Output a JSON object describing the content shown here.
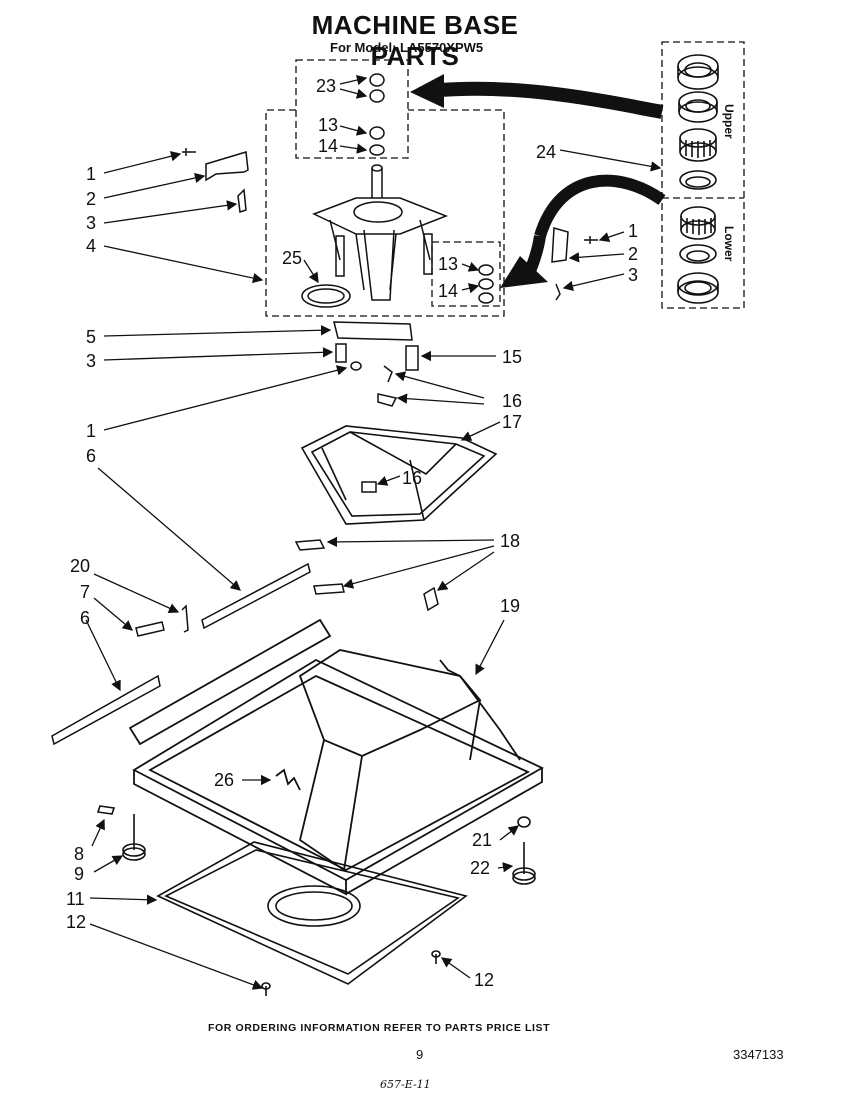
{
  "header": {
    "title": "MACHINE BASE PARTS",
    "subtitle": "For Model: LA5570XPW5"
  },
  "inset": {
    "upper_label": "Upper",
    "lower_label": "Lower"
  },
  "callouts": [
    {
      "id": "23",
      "text": "23"
    },
    {
      "id": "13a",
      "text": "13"
    },
    {
      "id": "14a",
      "text": "14"
    },
    {
      "id": "1a",
      "text": "1"
    },
    {
      "id": "2a",
      "text": "2"
    },
    {
      "id": "3a",
      "text": "3"
    },
    {
      "id": "4",
      "text": "4"
    },
    {
      "id": "25",
      "text": "25"
    },
    {
      "id": "24",
      "text": "24"
    },
    {
      "id": "1b",
      "text": "1"
    },
    {
      "id": "2b",
      "text": "2"
    },
    {
      "id": "3b",
      "text": "3"
    },
    {
      "id": "13b",
      "text": "13"
    },
    {
      "id": "14b",
      "text": "14"
    },
    {
      "id": "5",
      "text": "5"
    },
    {
      "id": "3c",
      "text": "3"
    },
    {
      "id": "15",
      "text": "15"
    },
    {
      "id": "1c",
      "text": "1"
    },
    {
      "id": "16a",
      "text": "16"
    },
    {
      "id": "6a",
      "text": "6"
    },
    {
      "id": "17",
      "text": "17"
    },
    {
      "id": "16b",
      "text": "16"
    },
    {
      "id": "18",
      "text": "18"
    },
    {
      "id": "20",
      "text": "20"
    },
    {
      "id": "7",
      "text": "7"
    },
    {
      "id": "6b",
      "text": "6"
    },
    {
      "id": "19",
      "text": "19"
    },
    {
      "id": "26",
      "text": "26"
    },
    {
      "id": "21",
      "text": "21"
    },
    {
      "id": "8",
      "text": "8"
    },
    {
      "id": "22",
      "text": "22"
    },
    {
      "id": "9",
      "text": "9"
    },
    {
      "id": "11",
      "text": "11"
    },
    {
      "id": "12a",
      "text": "12"
    },
    {
      "id": "12b",
      "text": "12"
    }
  ],
  "footer": {
    "ordering_note": "FOR ORDERING INFORMATION REFER TO PARTS PRICE LIST",
    "page_number": "9",
    "document_number": "3347133",
    "handwritten_note": "657-E-11"
  }
}
